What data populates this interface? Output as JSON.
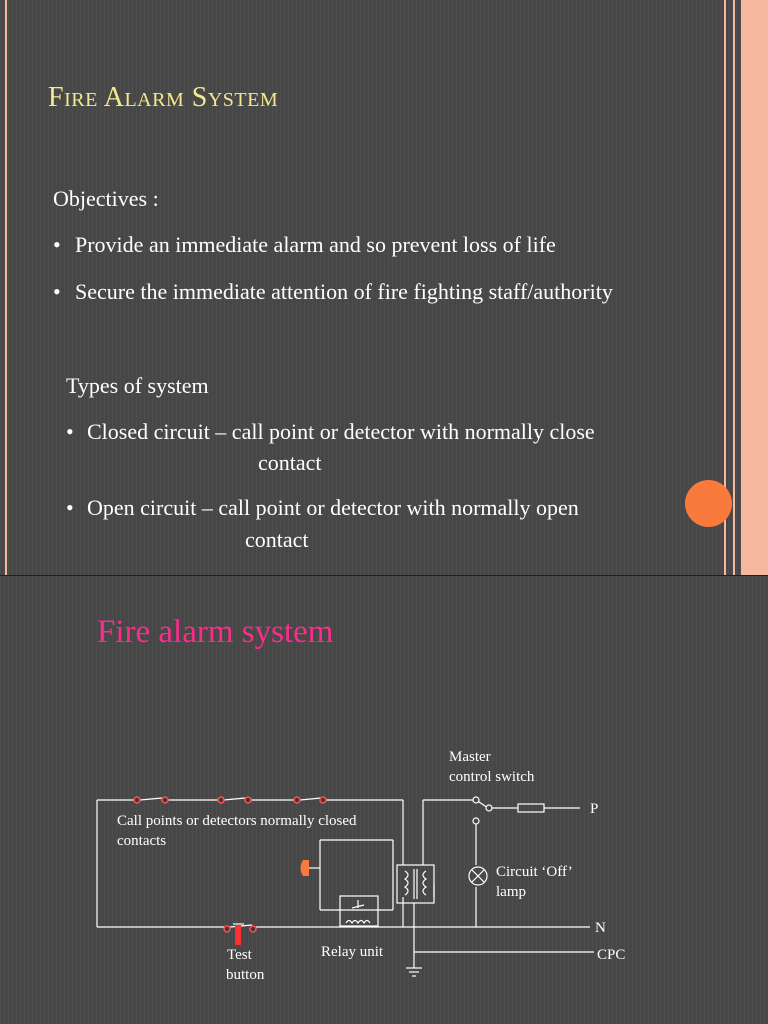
{
  "slide1": {
    "title": "Fire Alarm System",
    "objectives_heading": "Objectives :",
    "objectives": [
      "Provide an immediate alarm and so prevent loss of life",
      "Secure the immediate attention of fire fighting staff/authority"
    ],
    "types_heading": "Types of system",
    "types": [
      {
        "line1": "Closed circuit – call point or detector with normally close",
        "line2": "contact"
      },
      {
        "line1": "Open circuit – call point or detector with normally open",
        "line2": "contact"
      }
    ],
    "colors": {
      "title": "#f4e98f",
      "border_accent": "#f6b89f",
      "dot": "#f97a3c"
    }
  },
  "slide2": {
    "title": "Fire alarm system",
    "colors": {
      "title": "#ff2b8c"
    },
    "diagram": {
      "master_switch_line1": "Master",
      "master_switch_line2": "control switch",
      "call_points_line1": "Call points or detectors normally closed",
      "call_points_line2": "contacts",
      "lamp_line1": "Circuit ‘Off’",
      "lamp_line2": "lamp",
      "test_button_line1": "Test",
      "test_button_line2": "button",
      "relay_unit": "Relay unit",
      "terminal_p": "P",
      "terminal_n": "N",
      "terminal_cpc": "CPC"
    }
  }
}
